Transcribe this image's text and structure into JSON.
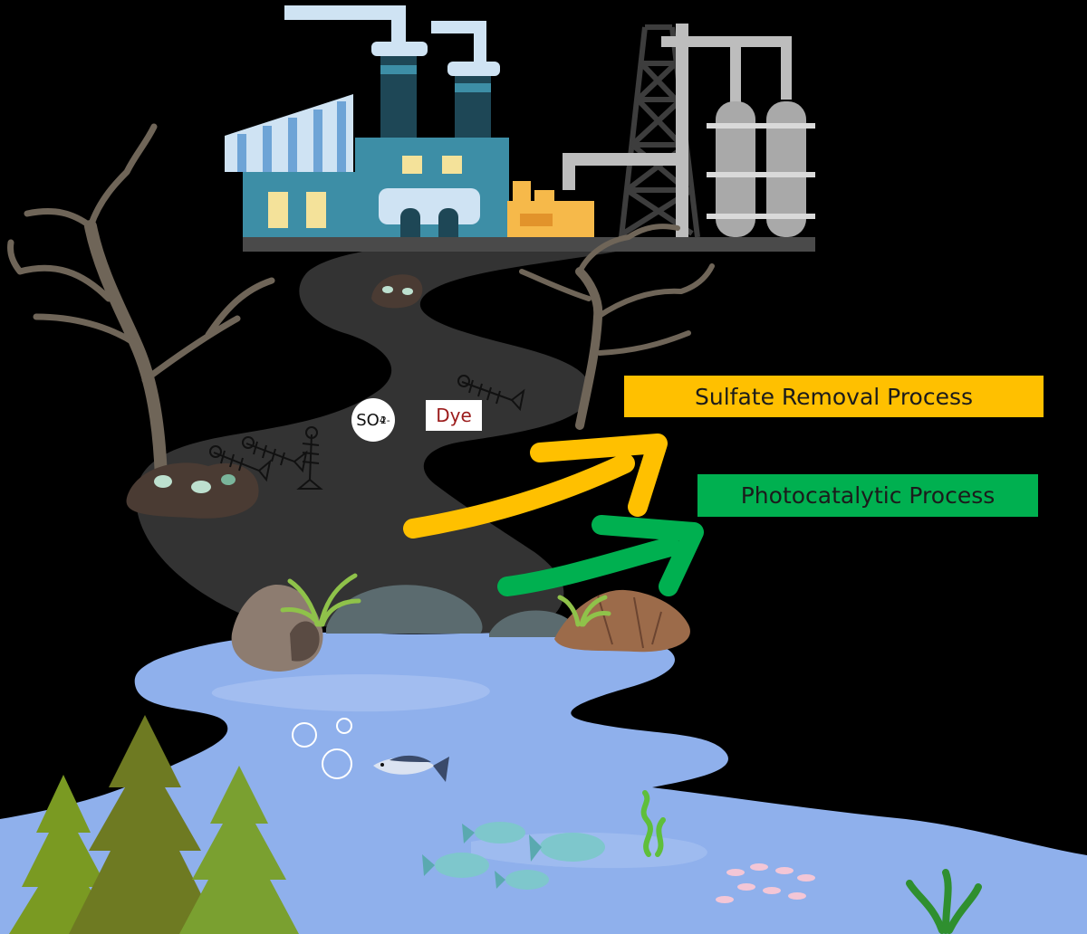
{
  "labels": {
    "sulfate": "Sulfate Removal Process",
    "photocatalytic": "Photocatalytic Process",
    "so4": "SO",
    "so4_sub": "4",
    "so4_sup": "2-",
    "dye": "Dye"
  },
  "colors": {
    "background": "#000000",
    "river_polluted": "#333333",
    "water_clean": "#8fb0ec",
    "sulfate_accent": "#ffc000",
    "photocatalytic_accent": "#00b050",
    "dye_text": "#9b1b1b",
    "factory_blue": "#3d8ea6",
    "factory_light": "#cfe3f3",
    "pine_green": "#6a8f1e",
    "fish": "#7ec7cc"
  },
  "icons": [
    "factory-icon",
    "chimney-icon",
    "oil-derrick-icon",
    "storage-tank-icon",
    "dead-tree-icon",
    "fish-skeleton-icon",
    "waste-pile-icon",
    "rock-icon",
    "grass-icon",
    "bubble-icon",
    "fish-icon",
    "seaweed-icon",
    "pine-tree-icon",
    "arrow-icon"
  ]
}
